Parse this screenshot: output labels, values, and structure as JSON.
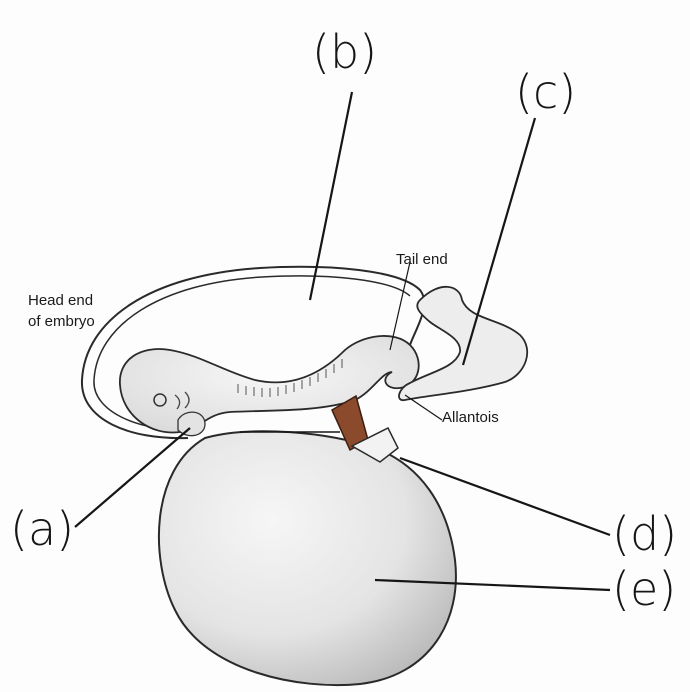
{
  "labels": {
    "head_end_line1": "Head end",
    "head_end_line2": "of embryo",
    "tail_end": "Tail end",
    "allantois": "Allantois"
  },
  "answer_labels": {
    "a": "(a)",
    "b": "(b)",
    "c": "(c)",
    "d": "(d)",
    "e": "(e)"
  },
  "colors": {
    "outline": "#2a2a2a",
    "yolk_fill": "#e9e9e9",
    "stalk_fill": "#8b4a2b",
    "ink": "#161616"
  }
}
